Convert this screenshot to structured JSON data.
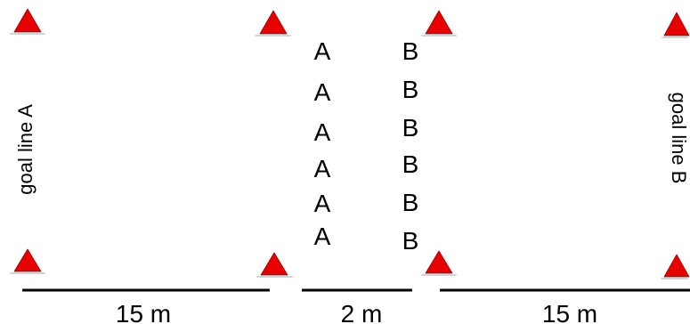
{
  "diagram": {
    "goal_lines": {
      "left": "goal line A",
      "right": "goal line B"
    },
    "players": {
      "team_a": [
        "A",
        "A",
        "A",
        "A",
        "A",
        "A"
      ],
      "team_b": [
        "B",
        "B",
        "B",
        "B",
        "B",
        "B"
      ]
    },
    "dimensions": {
      "left": "15 m",
      "middle": "2 m",
      "right": "15 m"
    },
    "colors": {
      "cone": "#e60000",
      "cone_outline": "#7a1010",
      "lines": "#000000",
      "text": "#000000",
      "background": "#ffffff"
    }
  }
}
